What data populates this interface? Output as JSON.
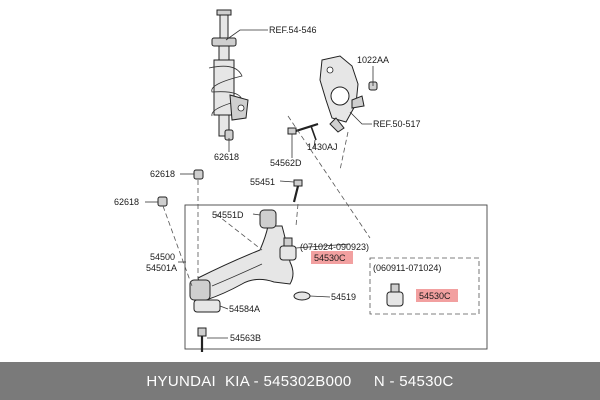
{
  "labels": {
    "ref_54_546": "REF.54-546",
    "p62618_strut": "62618",
    "p1022AA": "1022AA",
    "ref_50_517": "REF.50-517",
    "p1430AJ": "1430AJ",
    "p54562D": "54562D",
    "p62618_a": "62618",
    "p62618_b": "62618",
    "p55451": "55451",
    "p54551D": "54551D",
    "range_1": "(071024-090923)",
    "p54530C_1": "54530C",
    "p54500": "54500",
    "p54501A": "54501A",
    "range_2": "(060911-071024)",
    "p54530C_2": "54530C",
    "p54519": "54519",
    "p54584A": "54584A",
    "p54563B": "54563B"
  },
  "footer": {
    "text": "HYUNDAI  KIA - 545302B000     N - 54530C"
  },
  "colors": {
    "highlight": "#f2a0a0",
    "footer_bg": "#7a7a7a"
  }
}
